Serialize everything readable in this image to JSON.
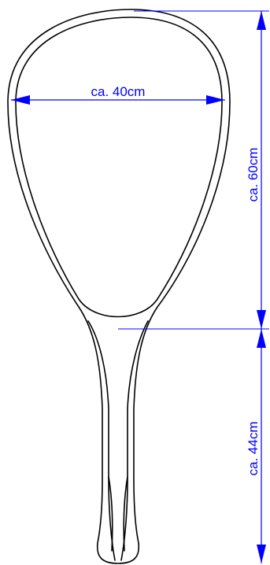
{
  "colors": {
    "outline": "#000000",
    "dimension": "#0000ff",
    "background": "#ffffff"
  },
  "dimensions": {
    "width": "ca. 40cm",
    "hoop_height": "ca. 60cm",
    "handle_length": "ca. 44cm"
  }
}
